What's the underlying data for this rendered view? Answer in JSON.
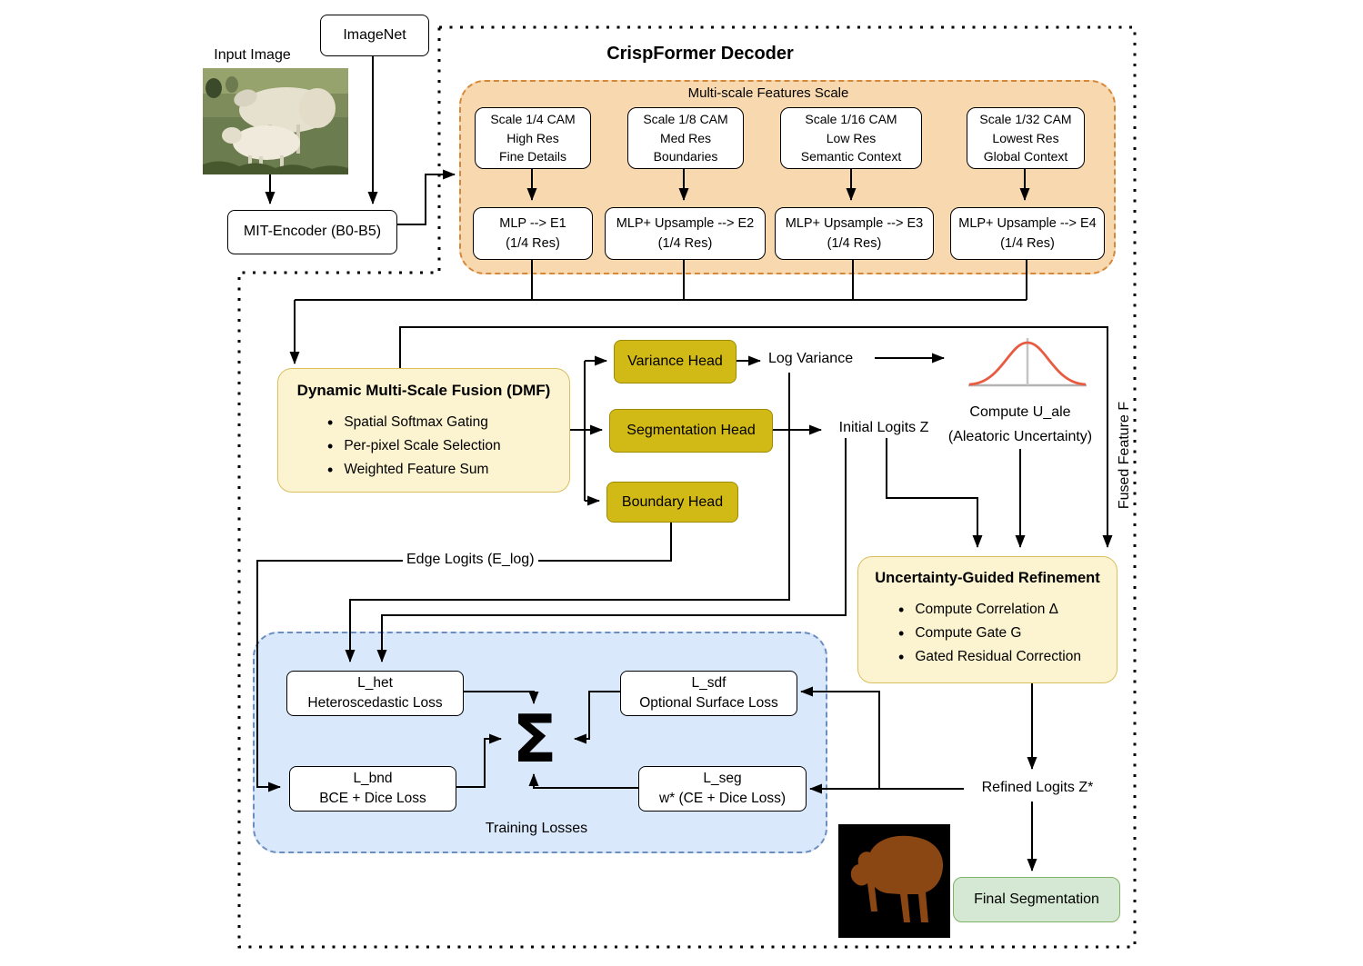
{
  "diagram": {
    "title": "CrispFormer Decoder",
    "input": {
      "input_image_label": "Input Image",
      "imagenet": "ImageNet",
      "encoder": "MIT-Encoder (B0-B5)"
    },
    "multiscale": {
      "header": "Multi-scale Features Scale",
      "scales": [
        {
          "lines": [
            "Scale 1/4 CAM",
            "High Res",
            "Fine Details"
          ]
        },
        {
          "lines": [
            "Scale 1/8 CAM",
            "Med Res",
            "Boundaries"
          ]
        },
        {
          "lines": [
            "Scale 1/16 CAM",
            "Low Res",
            "Semantic Context"
          ]
        },
        {
          "lines": [
            "Scale 1/32 CAM",
            "Lowest Res",
            "Global Context"
          ]
        }
      ],
      "mlps": [
        {
          "lines": [
            "MLP --> E1",
            "(1/4 Res)"
          ]
        },
        {
          "lines": [
            "MLP+ Upsample --> E2",
            "(1/4 Res)"
          ]
        },
        {
          "lines": [
            "MLP+ Upsample --> E3",
            "(1/4 Res)"
          ]
        },
        {
          "lines": [
            "MLP+ Upsample --> E4",
            "(1/4 Res)"
          ]
        }
      ]
    },
    "dmf": {
      "title": "Dynamic Multi-Scale Fusion (DMF)",
      "bullets": [
        "Spatial Softmax Gating",
        "Per-pixel Scale Selection",
        "Weighted Feature Sum"
      ]
    },
    "heads": {
      "variance": "Variance Head",
      "segmentation": "Segmentation Head",
      "boundary": "Boundary Head"
    },
    "labels": {
      "log_variance": "Log Variance",
      "compute_uale": [
        "Compute U_ale",
        "(Aleatoric Uncertainty)"
      ],
      "initial_logits": "Initial Logits Z",
      "fused_feature": "Fused Feature F",
      "edge_logits": "Edge Logits (E_log)",
      "refined_logits": "Refined Logits Z*",
      "sum": "Σ"
    },
    "refinement": {
      "title": "Uncertainty-Guided Refinement",
      "bullets": [
        "Compute Correlation Δ",
        "Compute Gate G",
        "Gated Residual Correction"
      ]
    },
    "losses": {
      "header": "Training Losses",
      "het": {
        "lines": [
          "L_het",
          "Heteroscedastic Loss"
        ]
      },
      "bnd": {
        "lines": [
          "L_bnd",
          "BCE + Dice Loss"
        ]
      },
      "sdf": {
        "lines": [
          "L_sdf",
          "Optional Surface Loss"
        ]
      },
      "seg": {
        "lines": [
          "L_seg",
          "w* (CE + Dice Loss)"
        ]
      }
    },
    "final_segmentation": "Final Segmentation",
    "colors": {
      "multiscale_panel": "#F8D8AE",
      "multiscale_border": "#D4883A",
      "soft_yellow_fill": "#FCF3D0",
      "soft_yellow_border": "#D9BF5F",
      "head_fill": "#D2BA16",
      "head_border": "#9E8A00",
      "losses_panel": "#DAE8FC",
      "losses_border": "#6C8EBF",
      "final_fill": "#D5E8D4",
      "final_border": "#82B366",
      "gaussian_curve": "#E85B41",
      "mask_brown": "#8A4713"
    }
  }
}
